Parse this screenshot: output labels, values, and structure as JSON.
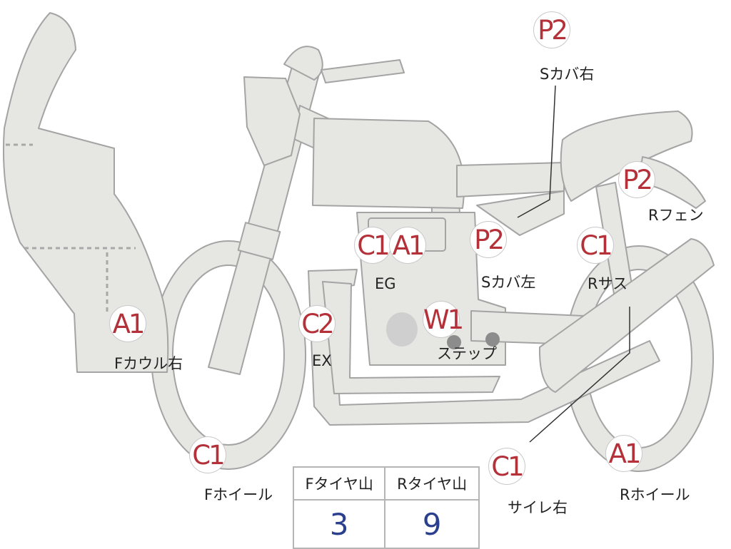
{
  "parts": [
    {
      "id": "p2-scover-right",
      "code": "P2",
      "label": "Sカバ右"
    },
    {
      "id": "p2-rfender",
      "code": "P2",
      "label": "Rフェン"
    },
    {
      "id": "p2-scover-left",
      "code": "P2",
      "label": "Sカバ左"
    },
    {
      "id": "c1-eg",
      "code": "C1",
      "label": "EG"
    },
    {
      "id": "a1-eg",
      "code": "A1",
      "label": ""
    },
    {
      "id": "c1-rsus",
      "code": "C1",
      "label": "Rサス"
    },
    {
      "id": "a1-fcowl",
      "code": "A1",
      "label": "Fカウル右"
    },
    {
      "id": "c2-ex",
      "code": "C2",
      "label": "EX"
    },
    {
      "id": "w1-step",
      "code": "W1",
      "label": "ステップ"
    },
    {
      "id": "c1-fwheel",
      "code": "C1",
      "label": "Fホイール"
    },
    {
      "id": "c1-silencer",
      "code": "C1",
      "label": "サイレ右"
    },
    {
      "id": "a1-rwheel",
      "code": "A1",
      "label": "Rホイール"
    }
  ],
  "tire_table": {
    "headers": [
      "Fタイヤ山",
      "Rタイヤ山"
    ],
    "values": [
      "3",
      "9"
    ]
  },
  "colors": {
    "part_fill": "#e6e6e3",
    "outline": "#a4a4a4",
    "code_text": "#b5313a",
    "table_number": "#2b3f8f"
  }
}
